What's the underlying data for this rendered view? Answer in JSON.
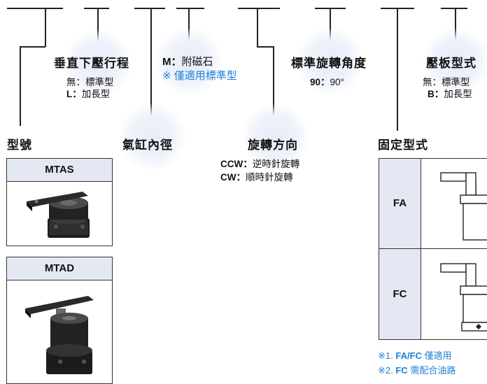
{
  "stroke_length": {
    "title": "垂直下壓行程",
    "options": [
      {
        "code": "無",
        "sep": "：",
        "desc": "標準型"
      },
      {
        "code": "L",
        "sep": "：",
        "desc": "加長型"
      }
    ]
  },
  "magnet": {
    "code": "M",
    "sep": "：",
    "desc": "附磁石",
    "note": "※ 僅適用標準型"
  },
  "rotation_angle": {
    "title": "標準旋轉角度",
    "code": "90",
    "sep": "：",
    "desc": "90°"
  },
  "clamp_arm": {
    "title": "壓板型式",
    "options": [
      {
        "code": "無",
        "sep": "：",
        "desc": "標準型"
      },
      {
        "code": "B",
        "sep": "：",
        "desc": "加長型"
      }
    ]
  },
  "model": {
    "title": "型號",
    "items": [
      {
        "name": "MTAS"
      },
      {
        "name": "MTAD"
      }
    ]
  },
  "bore": {
    "title": "氣缸內徑"
  },
  "rotation_direction": {
    "title": "旋轉方向",
    "options": [
      {
        "code": "CCW",
        "sep": "：",
        "desc": "逆時針旋轉"
      },
      {
        "code": "CW",
        "sep": "：",
        "desc": "順時針旋轉"
      }
    ]
  },
  "mounting": {
    "title": "固定型式",
    "rows": [
      {
        "code": "FA"
      },
      {
        "code": "FC"
      }
    ],
    "notes": [
      {
        "prefix": "※1. ",
        "bold": "FA/FC",
        "text": " 僅適用"
      },
      {
        "prefix": "※2. ",
        "bold": "FC",
        "text": " 需配合油路"
      }
    ]
  },
  "colors": {
    "accent_blue": "#1f7ed6",
    "header_fill": "#e3e8f3",
    "line": "#222222"
  }
}
